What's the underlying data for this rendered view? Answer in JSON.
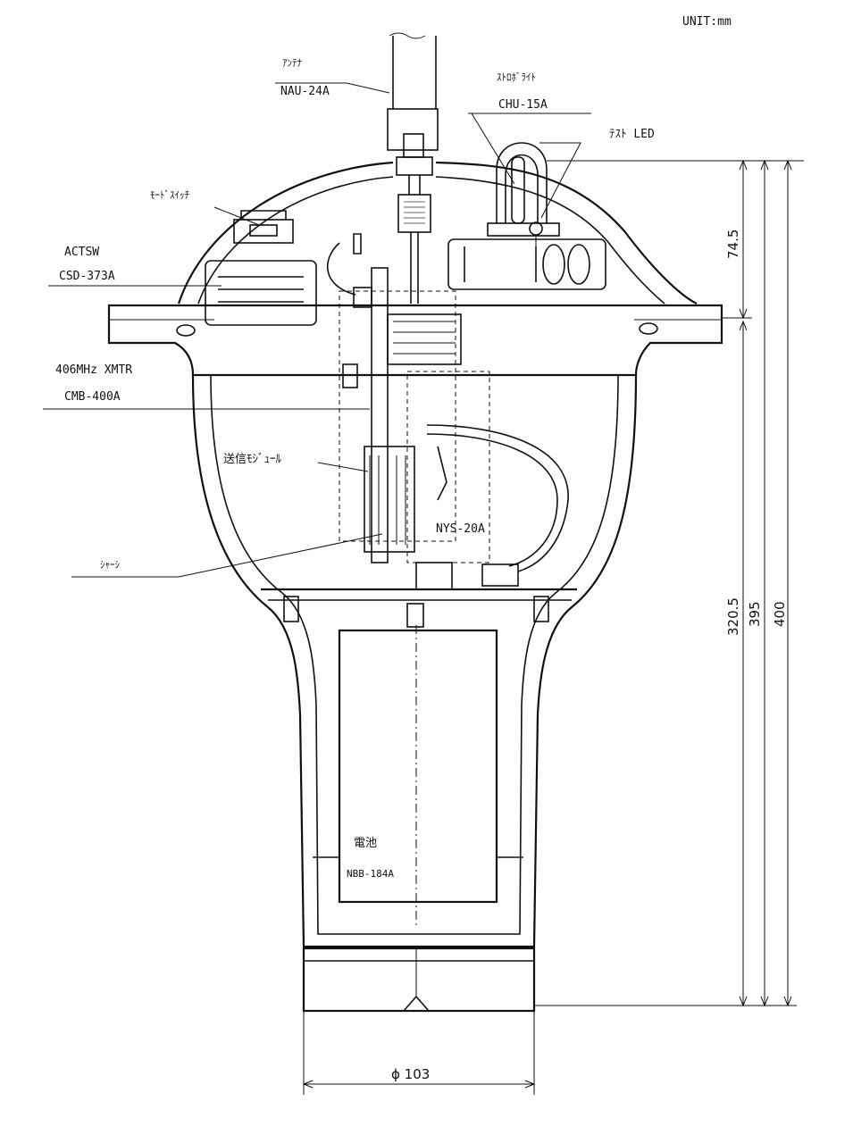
{
  "unit": "UNIT:mm",
  "callouts": {
    "antenna_label": "ｱﾝﾃﾅ",
    "antenna_model": "NAU-24A",
    "strobe_label": "ｽﾄﾛﾎﾞﾗｲﾄ",
    "strobe_model": "CHU-15A",
    "test_led": "ﾃｽﾄ LED",
    "mode_switch": "ﾓｰﾄﾞｽｲｯﾁ",
    "actsw_label": "ACTSW",
    "actsw_model": "CSD-373A",
    "xmtr_label": "406MHz XMTR",
    "xmtr_model": "CMB-400A",
    "tx_module": "送信ﾓｼﾞｭｰﾙ",
    "module_model": "NYS-20A",
    "chassis": "ｼｬｰｼ",
    "battery_label": "電池",
    "battery_model": "NBB-184A"
  },
  "dimensions": {
    "top_section": "74.5",
    "body": "320.5",
    "height_395": "395",
    "height_400": "400",
    "diameter": "ϕ 103"
  }
}
